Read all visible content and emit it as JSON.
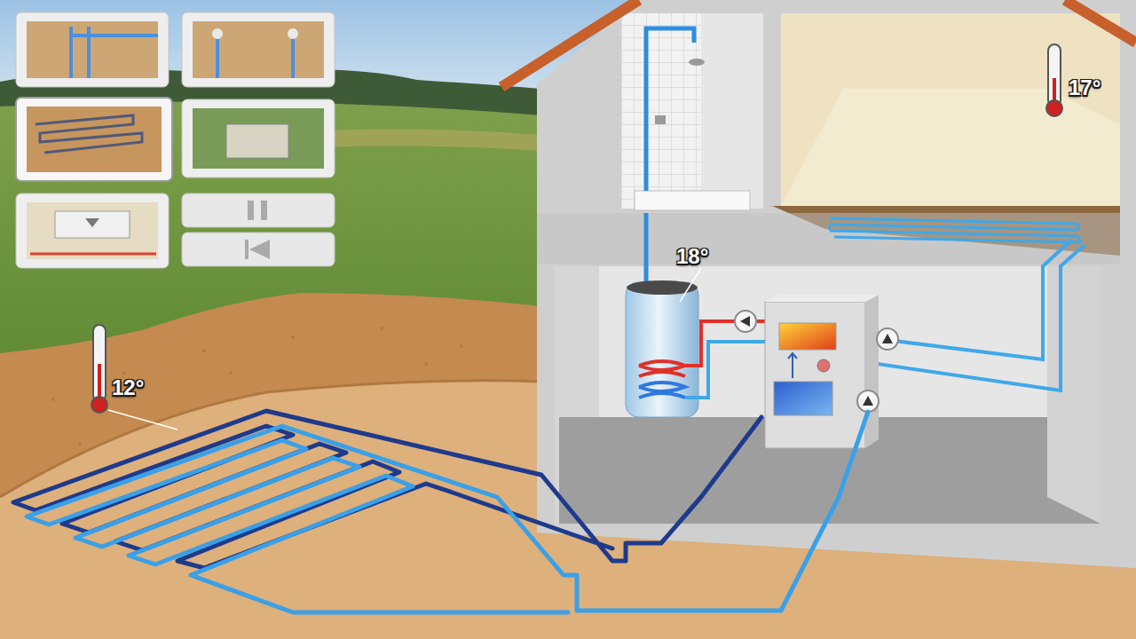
{
  "diagram": {
    "labels": [
      "12°",
      "18°",
      "17°"
    ]
  }
}
